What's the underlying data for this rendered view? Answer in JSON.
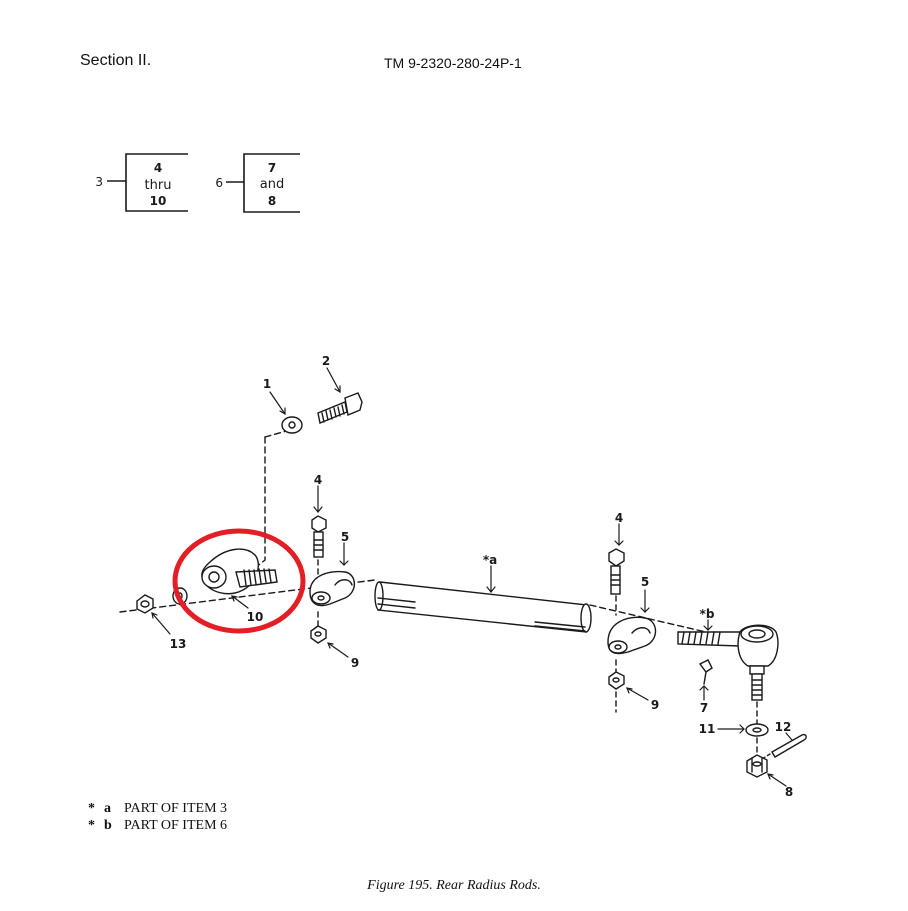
{
  "header": {
    "section": "Section II.",
    "tm_number": "TM 9-2320-280-24P-1"
  },
  "key_boxes": [
    {
      "item": "3",
      "lines": [
        "4",
        "thru",
        "10"
      ]
    },
    {
      "item": "6",
      "lines": [
        "7",
        "and",
        "8"
      ]
    }
  ],
  "callouts": [
    "1",
    "2",
    "4",
    "5",
    "*a",
    "4",
    "5",
    "*b",
    "10",
    "13",
    "9",
    "9",
    "7",
    "11",
    "12",
    "8"
  ],
  "notes": [
    {
      "star": "*",
      "key": "a",
      "text": "PART OF ITEM 3"
    },
    {
      "star": "*",
      "key": "b",
      "text": "PART OF ITEM 6"
    }
  ],
  "highlight": {
    "target": "10",
    "color": "#e31e24"
  },
  "colors": {
    "ink": "#1a1a1a",
    "highlight": "#e31e24"
  },
  "caption": "Figure 195.  Rear Radius Rods."
}
